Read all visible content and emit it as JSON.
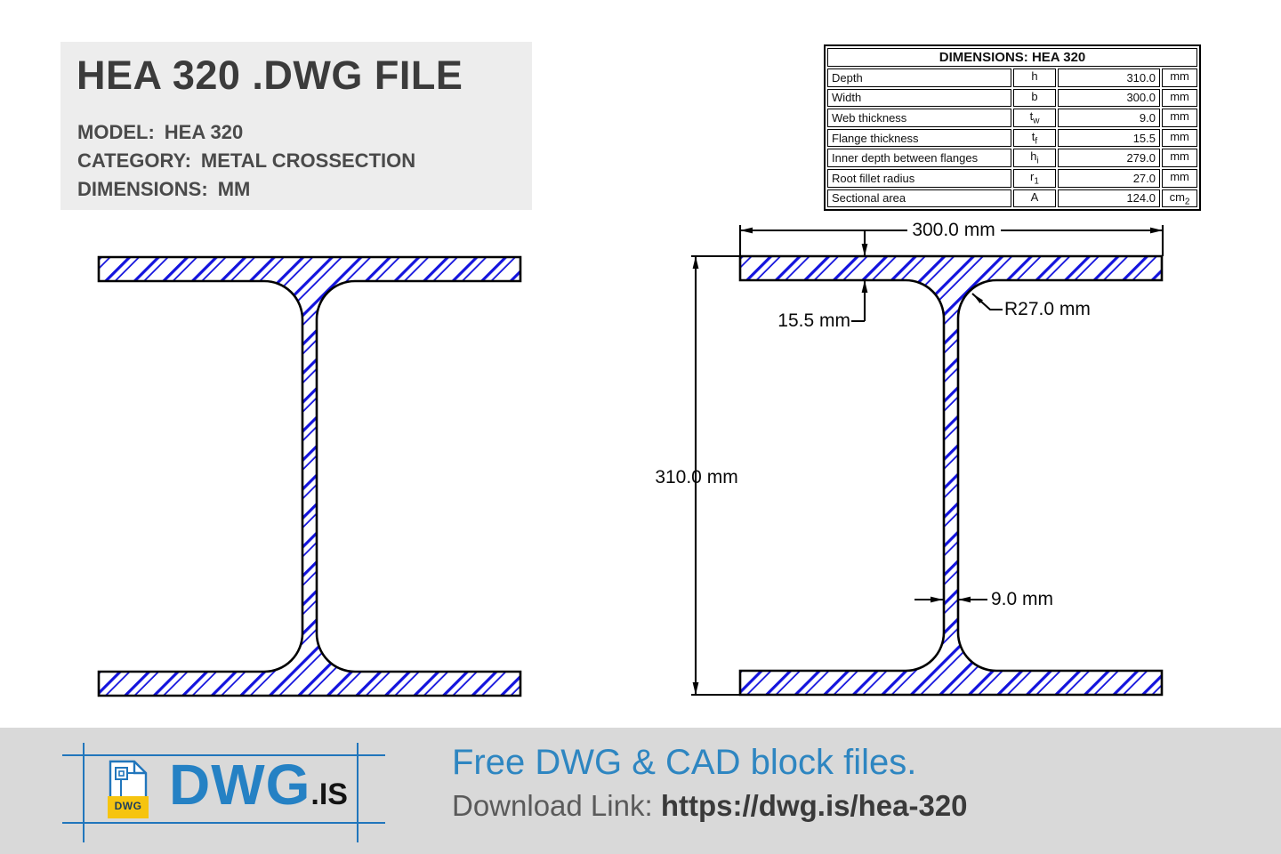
{
  "header": {
    "title": "HEA 320 .DWG FILE",
    "info": [
      {
        "label": "MODEL:",
        "value": "HEA 320"
      },
      {
        "label": "CATEGORY:",
        "value": "METAL CROSSECTION"
      },
      {
        "label": "DIMENSIONS:",
        "value": "MM"
      }
    ]
  },
  "table": {
    "title": "DIMENSIONS: HEA 320",
    "rows": [
      {
        "label": "Depth",
        "symbol": {
          "base": "h",
          "sub": ""
        },
        "value": "310.0",
        "unit": {
          "base": "mm",
          "sub": ""
        }
      },
      {
        "label": "Width",
        "symbol": {
          "base": "b",
          "sub": ""
        },
        "value": "300.0",
        "unit": {
          "base": "mm",
          "sub": ""
        }
      },
      {
        "label": "Web thickness",
        "symbol": {
          "base": "t",
          "sub": "w"
        },
        "value": "9.0",
        "unit": {
          "base": "mm",
          "sub": ""
        }
      },
      {
        "label": "Flange thickness",
        "symbol": {
          "base": "t",
          "sub": "f"
        },
        "value": "15.5",
        "unit": {
          "base": "mm",
          "sub": ""
        }
      },
      {
        "label": "Inner depth between flanges",
        "symbol": {
          "base": "h",
          "sub": "i"
        },
        "value": "279.0",
        "unit": {
          "base": "mm",
          "sub": ""
        }
      },
      {
        "label": "Root fillet radius",
        "symbol": {
          "base": "r",
          "sub": "1"
        },
        "value": "27.0",
        "unit": {
          "base": "mm",
          "sub": ""
        }
      },
      {
        "label": "Sectional area",
        "symbol": {
          "base": "A",
          "sub": ""
        },
        "value": "124.0",
        "unit": {
          "base": "cm",
          "sub": "2"
        }
      }
    ]
  },
  "drawing_dimensions": {
    "width_label": "300.0 mm",
    "flange_thickness_label": "15.5 mm",
    "root_radius_label": "R27.0 mm",
    "depth_label": "310.0 mm",
    "web_thickness_label": "9.0 mm"
  },
  "footer": {
    "logo_text": "DWG",
    "logo_suffix": ".IS",
    "icon_label": "DWG",
    "tagline": "Free DWG & CAD block files.",
    "download_label": "Download Link: ",
    "download_url": "https://dwg.is/hea-320"
  },
  "colors": {
    "hatch_blue": "#1313dd",
    "outline_black": "#000000",
    "accent_blue": "#2e86c1",
    "logo_blue": "#2581c4",
    "crosshair_blue": "#2176bc",
    "icon_yellow": "#f6c40f",
    "header_panel_gray": "#ededed",
    "footer_gray": "#d9d9d9"
  }
}
